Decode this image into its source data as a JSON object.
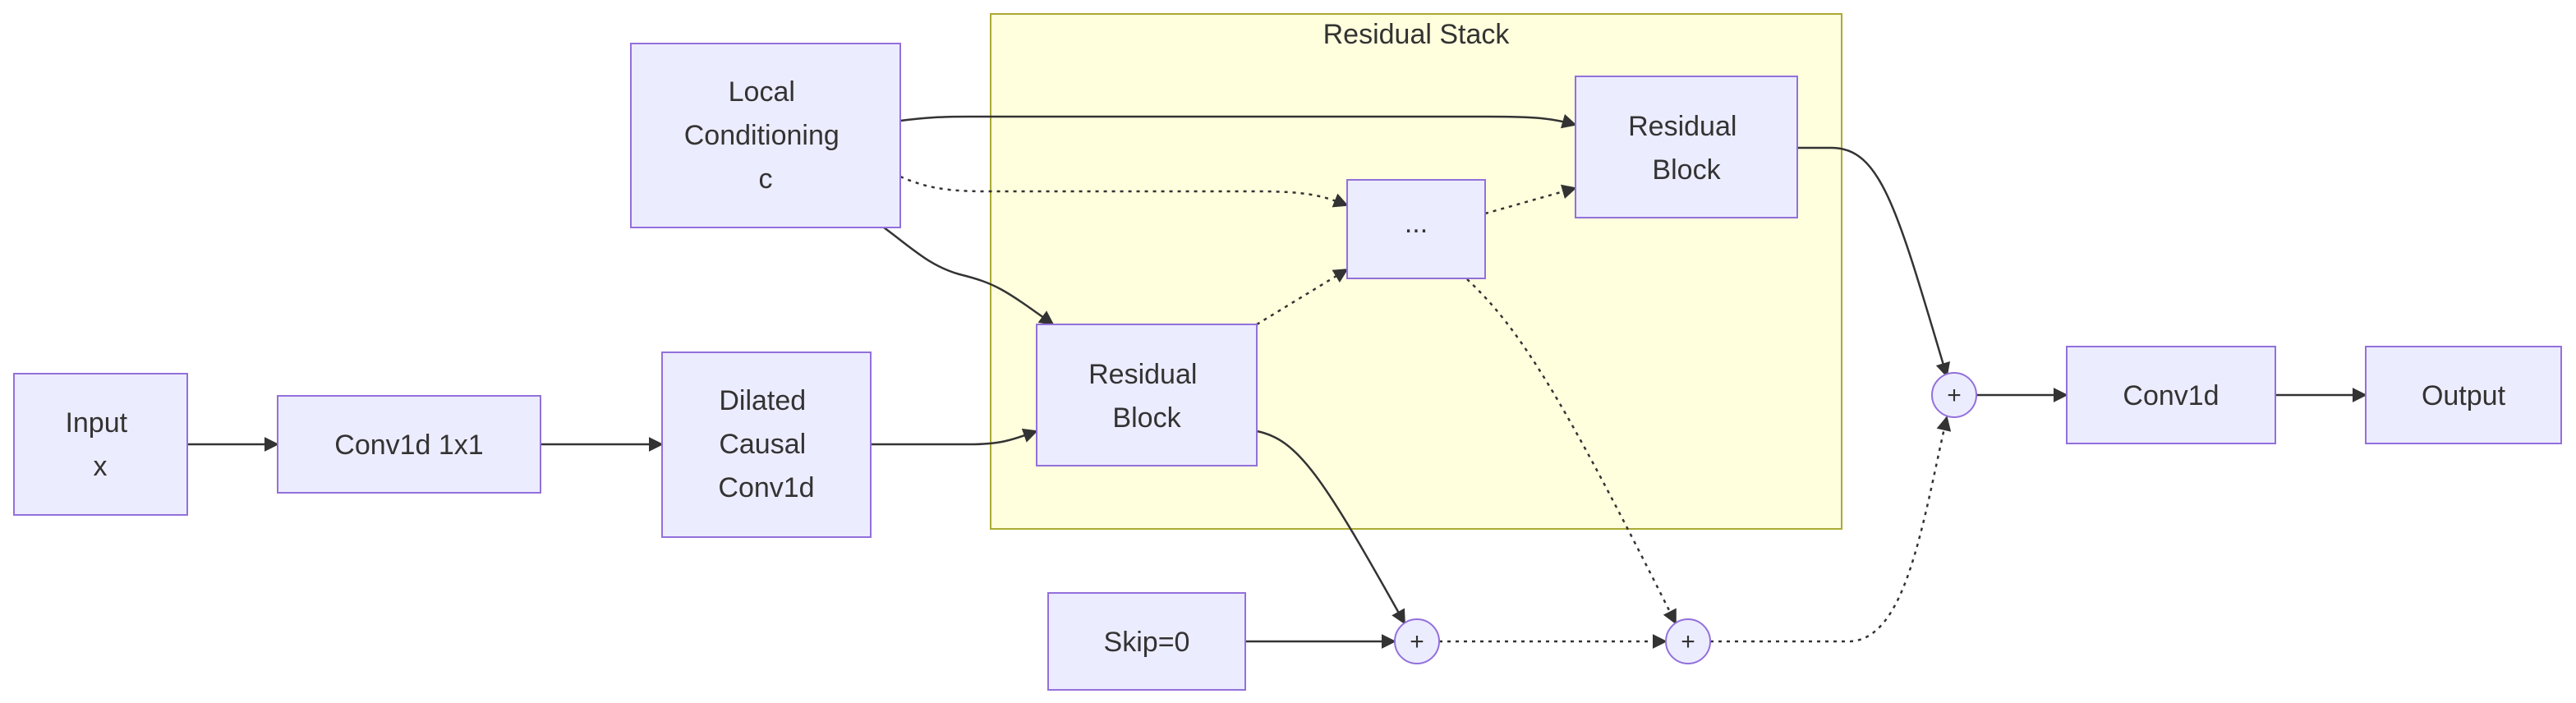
{
  "cluster": {
    "title": "Residual Stack"
  },
  "nodes": {
    "input": {
      "lines": [
        "Input",
        "x"
      ]
    },
    "conv1x1": {
      "lines": [
        "Conv1d 1x1"
      ]
    },
    "dilated": {
      "lines": [
        "Dilated",
        "Causal",
        "Conv1d"
      ]
    },
    "local": {
      "lines": [
        "Local",
        "Conditioning",
        "c"
      ]
    },
    "res1": {
      "lines": [
        "Residual",
        "Block"
      ]
    },
    "dots": {
      "lines": [
        "..."
      ]
    },
    "res2": {
      "lines": [
        "Residual",
        "Block"
      ]
    },
    "skip": {
      "lines": [
        "Skip=0"
      ]
    },
    "sum1": {
      "lines": [
        "+"
      ]
    },
    "sum2": {
      "lines": [
        "+"
      ]
    },
    "sum3": {
      "lines": [
        "+"
      ]
    },
    "conv1d": {
      "lines": [
        "Conv1d"
      ]
    },
    "output": {
      "lines": [
        "Output"
      ]
    }
  },
  "edges": [
    {
      "from": "input",
      "to": "conv1x1",
      "style": "solid"
    },
    {
      "from": "conv1x1",
      "to": "dilated",
      "style": "solid"
    },
    {
      "from": "dilated",
      "to": "res1",
      "style": "solid"
    },
    {
      "from": "local",
      "to": "res1",
      "style": "solid"
    },
    {
      "from": "local",
      "to": "dots",
      "style": "dotted"
    },
    {
      "from": "local",
      "to": "res2",
      "style": "solid"
    },
    {
      "from": "res1",
      "to": "dots",
      "style": "dotted"
    },
    {
      "from": "dots",
      "to": "res2",
      "style": "dotted"
    },
    {
      "from": "res1",
      "to": "sum1",
      "style": "solid"
    },
    {
      "from": "skip",
      "to": "sum1",
      "style": "solid"
    },
    {
      "from": "dots",
      "to": "sum2",
      "style": "dotted"
    },
    {
      "from": "sum1",
      "to": "sum2",
      "style": "dotted"
    },
    {
      "from": "res2",
      "to": "sum3",
      "style": "solid"
    },
    {
      "from": "sum2",
      "to": "sum3",
      "style": "dotted"
    },
    {
      "from": "sum3",
      "to": "conv1d",
      "style": "solid"
    },
    {
      "from": "conv1d",
      "to": "output",
      "style": "solid"
    }
  ],
  "colors": {
    "node_fill": "#ececff",
    "node_stroke": "#9370db",
    "cluster_fill": "#ffffde",
    "cluster_stroke": "#aaaa33",
    "edge": "#333333",
    "text": "#333333"
  }
}
